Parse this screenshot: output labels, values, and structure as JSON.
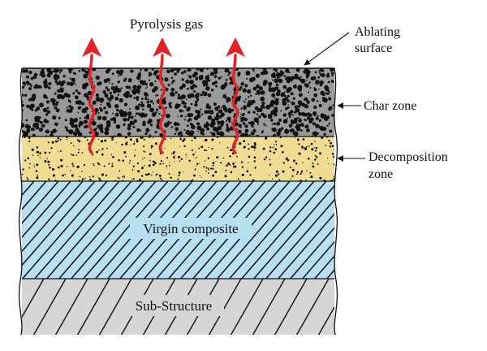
{
  "labels": {
    "top": "Pyrolysis gas",
    "ablating_1": "Ablating",
    "ablating_2": "surface",
    "char": "Char zone",
    "decomp_1": "Decomposition",
    "decomp_2": "zone",
    "virgin": "Virgin composite",
    "sub": "Sub-Structure"
  },
  "colors": {
    "char": "#9a9a9a",
    "decomposition": "#f0dc92",
    "virgin": "#b7e0f2",
    "substructure": "#d6d6d6",
    "gas_arrow": "#e32227",
    "hatch": "#1a1a1a"
  }
}
